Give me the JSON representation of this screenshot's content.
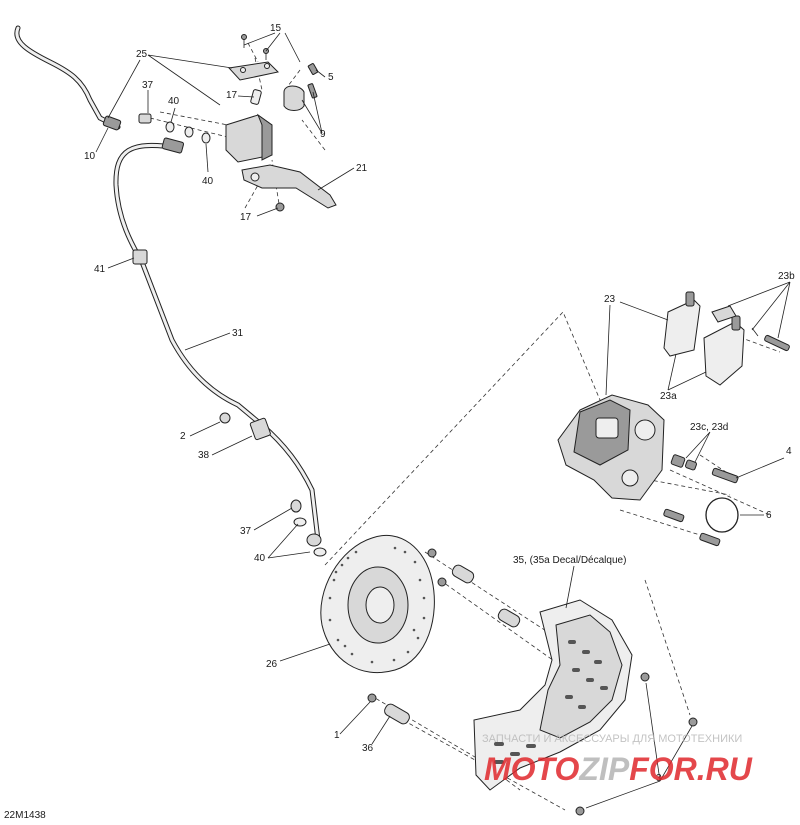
{
  "diagram": {
    "drawing_code": "22M1438",
    "callouts": {
      "c1": "1",
      "c2": "2",
      "c3": "3",
      "c4": "4",
      "c5": "5",
      "c6": "6",
      "c9": "9",
      "c10": "10",
      "c15": "15",
      "c17a": "17",
      "c17b": "17",
      "c21": "21",
      "c23": "23",
      "c23a": "23a",
      "c23b": "23b",
      "c23cd": "23c, 23d",
      "c25": "25",
      "c26": "26",
      "c31": "31",
      "c35": "35, (35a Decal/Décalque)",
      "c36": "36",
      "c37a": "37",
      "c37b": "37",
      "c38": "38",
      "c40a": "40",
      "c40b": "40",
      "c40c": "40",
      "c41": "41"
    }
  },
  "watermark": {
    "tagline": "ЗАПЧАСТИ И АКСЕССУАРЫ ДЛЯ МОТОТЕХНИКИ",
    "brand_a": "MOTO",
    "brand_b": "ZIP",
    "brand_c": "FOR",
    "brand_d": ".RU",
    "color_red": "#e0282c",
    "color_grey": "#b5b5b5"
  }
}
